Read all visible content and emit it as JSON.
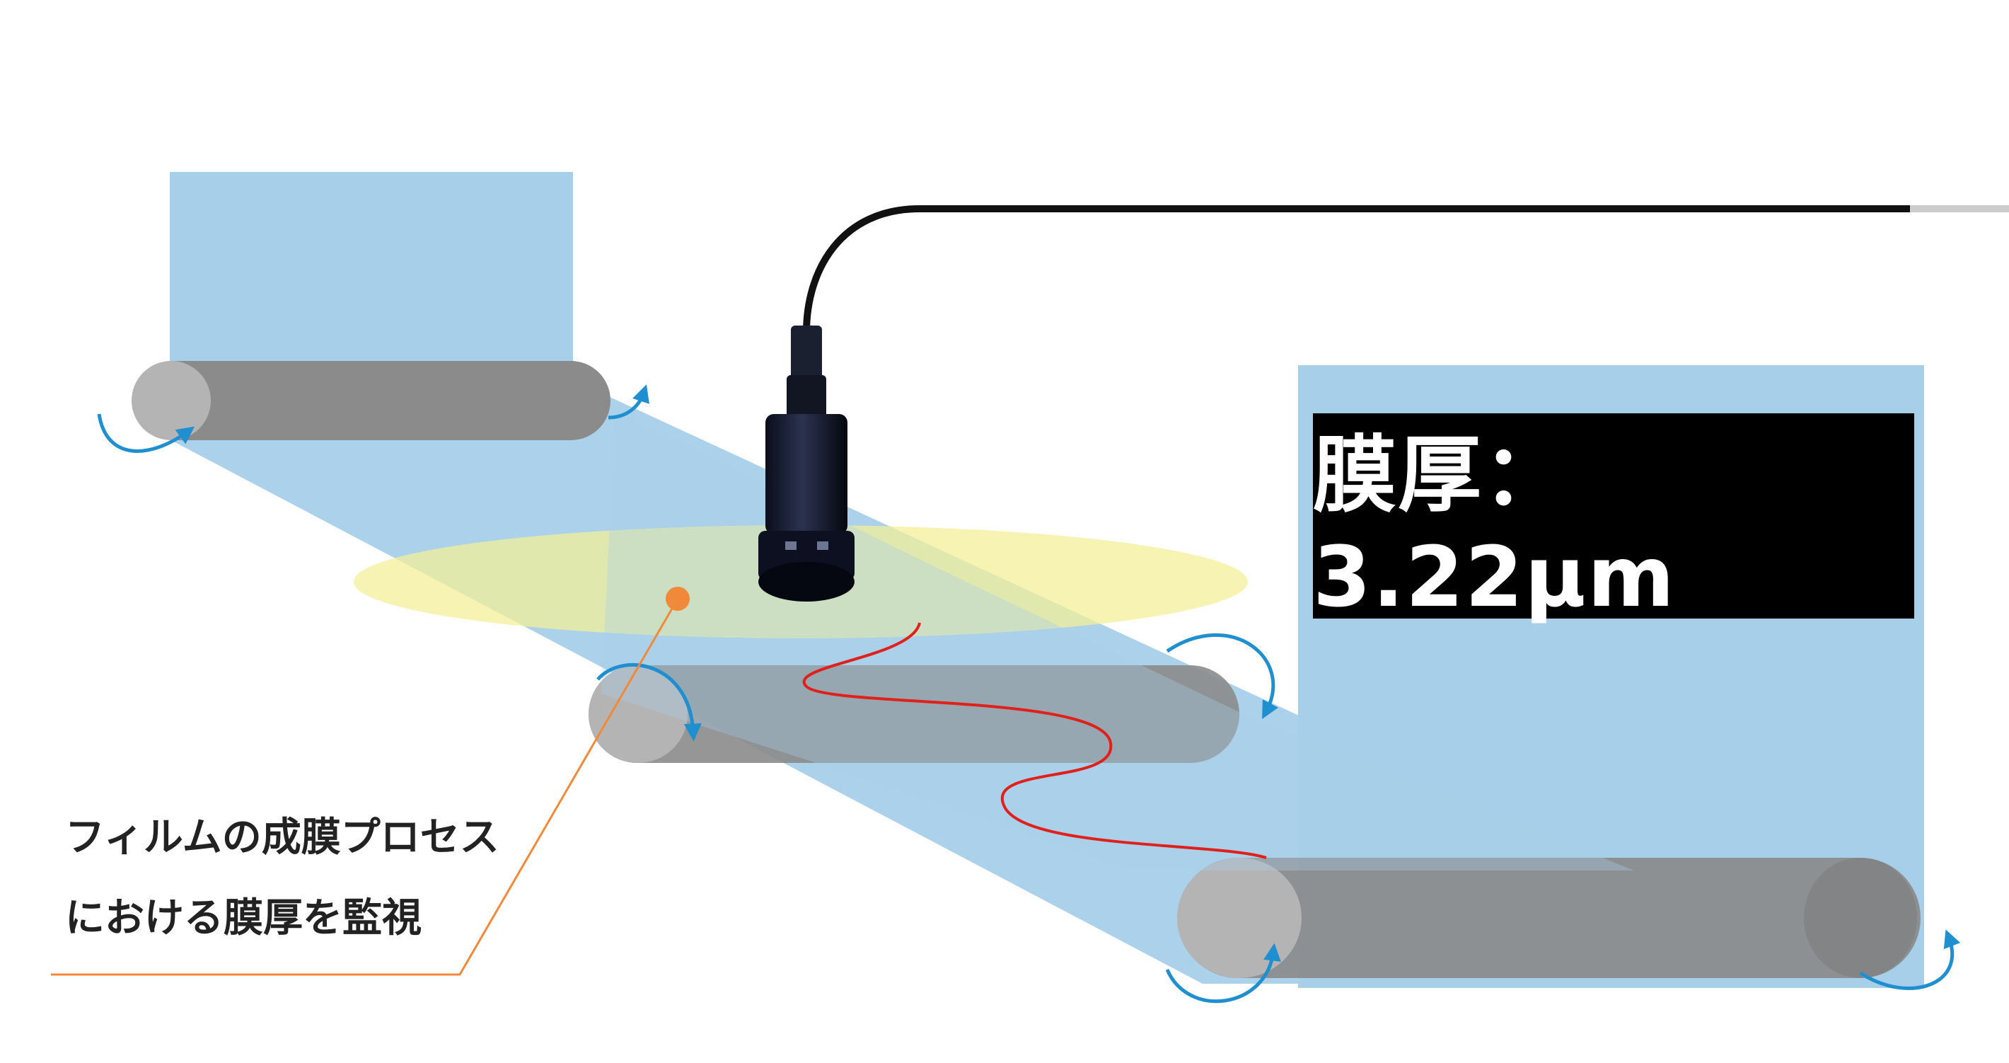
{
  "readout": {
    "text": "膜厚：3.22μm"
  },
  "caption": {
    "line1": "フィルムの成膜プロセス",
    "line2": "における膜厚を監視"
  },
  "colors": {
    "film": "#a8cfe9",
    "roller_body": "#8b8b8b",
    "roller_end": "#b4b4b4",
    "rotation_arrow": "#1f8fd0",
    "measurement_spot": "#f3ef9a",
    "callout": "#f08a3a",
    "wave": "#e0201a",
    "cable": "#111111"
  },
  "icons": {
    "sensor": "sensor-probe-icon",
    "rotation": "rotation-arrow-icon"
  }
}
